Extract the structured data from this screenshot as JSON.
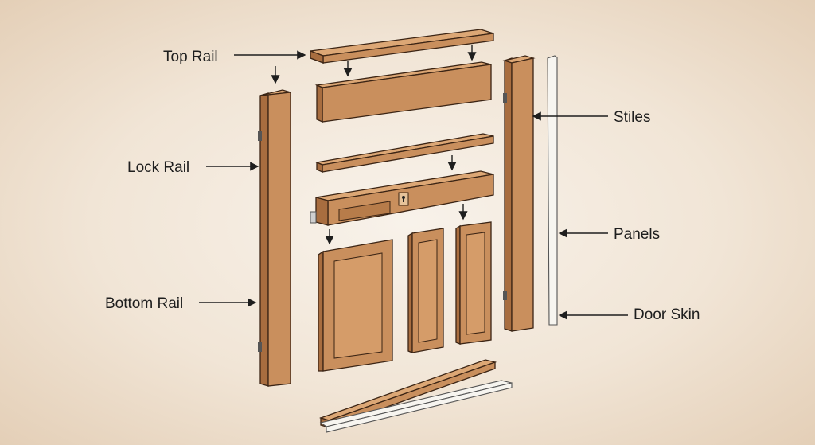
{
  "labels": {
    "top_rail": "Top Rail",
    "lock_rail": "Lock Rail",
    "bottom_rail": "Bottom Rail",
    "stiles": "Stiles",
    "panels": "Panels",
    "door_skin": "Door Skin"
  },
  "colors": {
    "wood": "#c98f5d",
    "wood_light": "#dca775",
    "wood_dark": "#a86d3f",
    "skin": "#f7f5f0"
  }
}
